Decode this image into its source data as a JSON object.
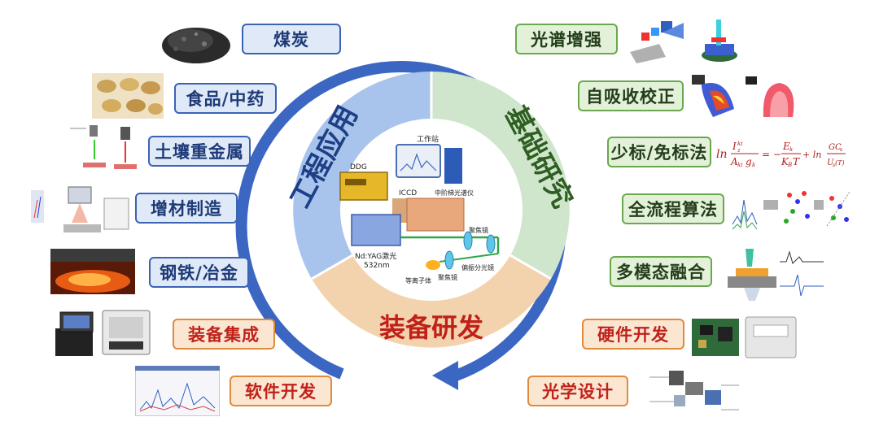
{
  "left_items": [
    {
      "label": "煤炭",
      "icon": "coal-pile-icon"
    },
    {
      "label": "食品/中药",
      "icon": "seeds-icon"
    },
    {
      "label": "土壤重金属",
      "icon": "soil-sample-icon"
    },
    {
      "label": "增材制造",
      "icon": "additive-manufacturing-icon"
    },
    {
      "label": "钢铁/冶金",
      "icon": "molten-steel-icon"
    },
    {
      "label": "装备集成",
      "icon": "instrument-icon"
    },
    {
      "label": "软件开发",
      "icon": "software-screen-icon"
    }
  ],
  "right_items": [
    {
      "label": "光谱增强",
      "icon": "spectral-enhancement-icon"
    },
    {
      "label": "自吸收校正",
      "icon": "self-absorption-icon"
    },
    {
      "label": "少标/免标法",
      "icon": "calibration-formula-icon"
    },
    {
      "label": "全流程算法",
      "icon": "algorithm-chart-icon"
    },
    {
      "label": "多模态融合",
      "icon": "multimodal-icon"
    },
    {
      "label": "硬件开发",
      "icon": "circuit-board-icon"
    },
    {
      "label": "光学设计",
      "icon": "optical-design-icon"
    }
  ],
  "sectors": {
    "engineering": "工程应用",
    "basic_research": "基础研究",
    "equipment": "装备研发"
  },
  "setup_labels": {
    "workstation": "工作站",
    "ddg": "DDG",
    "iccd": "ICCD",
    "spectrometer": "中阶梯光谱仪",
    "laser": "Nd:YAG激光",
    "wavelength": "532nm",
    "focus_lens_1": "聚焦镜",
    "beam_splitter": "偏振分光镜",
    "focus_lens_2": "聚焦镜",
    "plasma": "等离子体"
  },
  "formula": {
    "ln_left": "ln",
    "num": "I",
    "num_sup": "ki",
    "num_sub": "z",
    "den": "A",
    "den_sub": "ki",
    "den_g": "g",
    "den_g_sub": "k",
    "eq": "= −",
    "e_num": "E",
    "e_num_sub": "k",
    "e_den": "K",
    "e_den_sub": "B",
    "e_den_t": "T",
    "plus": "+ ln",
    "r_num": "GC",
    "r_num_sub": "s",
    "r_den": "U",
    "r_den_sub": "s",
    "r_den_t": "(T)"
  },
  "colors": {
    "ring": "#3b67c3",
    "engineering": "#a8c4ec",
    "basic": "#cfe6cc",
    "equipment": "#f3d3ad",
    "engineering_text": "#1d3f86",
    "basic_text": "#2f5e22",
    "equipment_text": "#c02018"
  }
}
